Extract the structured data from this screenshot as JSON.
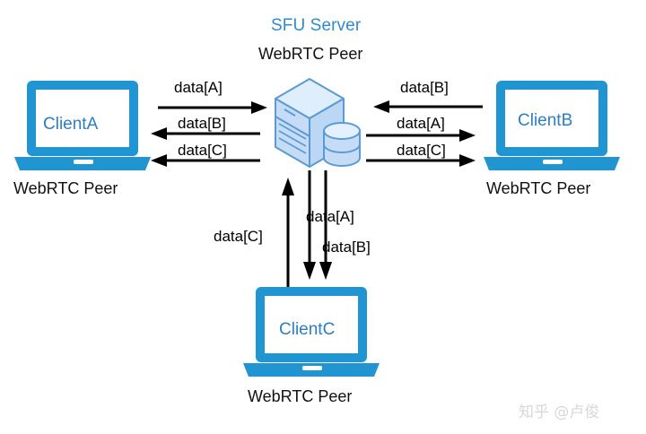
{
  "diagram": {
    "title": "SFU Server",
    "title_subtitle": "WebRTC Peer",
    "accent_blue": "#2194d2",
    "title_blue": "#2e8bd0",
    "client_text_blue": "#2b7fc4",
    "server_fill": "#c6dcf6",
    "server_stroke": "#5b9bd5",
    "arrow_color": "#000000",
    "background": "#ffffff"
  },
  "nodes": {
    "server": {
      "icon": "server-rack-icon",
      "title": "SFU Server",
      "role_label": "WebRTC Peer"
    },
    "client_a": {
      "icon": "laptop-icon",
      "name": "ClientA",
      "role_label": "WebRTC Peer"
    },
    "client_b": {
      "icon": "laptop-icon",
      "name": "ClientB",
      "role_label": "WebRTC Peer"
    },
    "client_c": {
      "icon": "laptop-icon",
      "name": "ClientC",
      "role_label": "WebRTC Peer"
    }
  },
  "flows": {
    "left": [
      {
        "label": "data[A]",
        "direction": "right"
      },
      {
        "label": "data[B]",
        "direction": "left"
      },
      {
        "label": "data[C]",
        "direction": "left"
      }
    ],
    "right": [
      {
        "label": "data[B]",
        "direction": "left"
      },
      {
        "label": "data[A]",
        "direction": "right"
      },
      {
        "label": "data[C]",
        "direction": "right"
      }
    ],
    "bottom": [
      {
        "label": "data[C]",
        "direction": "up"
      },
      {
        "label": "data[A]",
        "direction": "down"
      },
      {
        "label": "data[B]",
        "direction": "down"
      }
    ]
  },
  "watermark": {
    "text": "知乎 @卢俊"
  }
}
